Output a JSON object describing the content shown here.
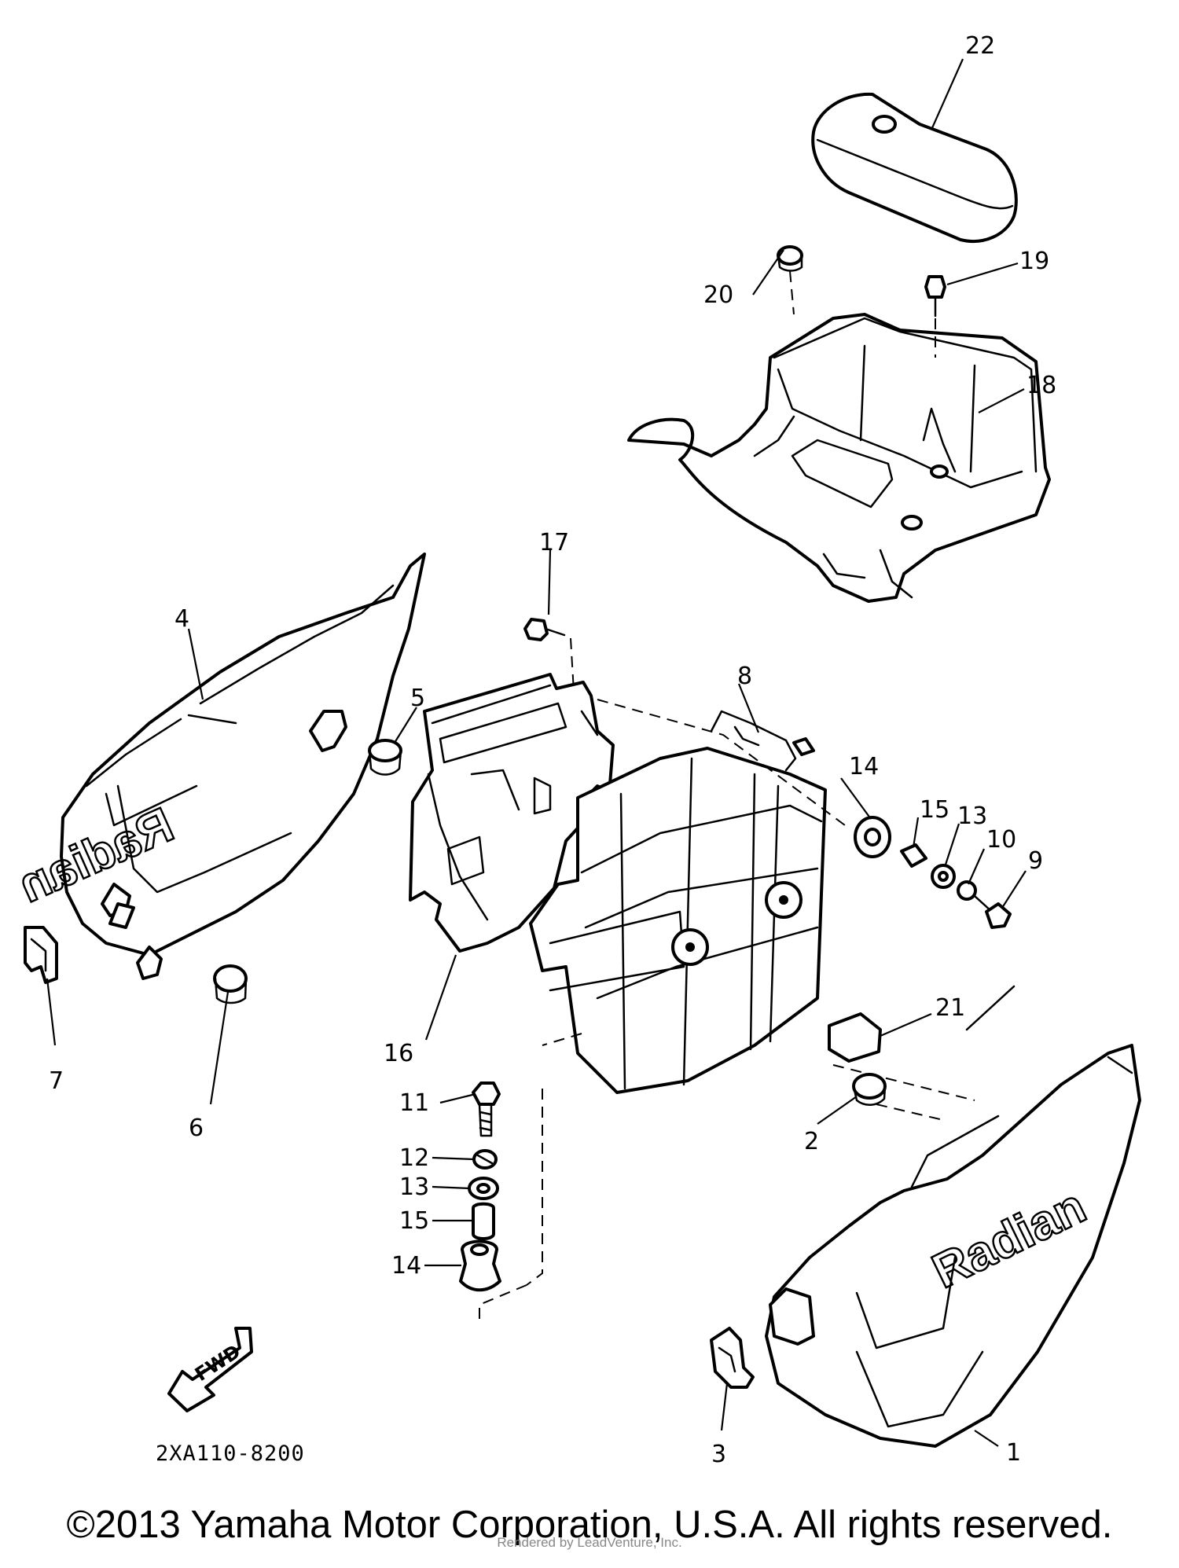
{
  "callouts": {
    "c1": "1",
    "c2": "2",
    "c3": "3",
    "c4": "4",
    "c5": "5",
    "c6": "6",
    "c7": "7",
    "c8": "8",
    "c9": "9",
    "c10": "10",
    "c11": "11",
    "c12": "12",
    "c13a": "13",
    "c13b": "13",
    "c14a": "14",
    "c14b": "14",
    "c15a": "15",
    "c15b": "15",
    "c16": "16",
    "c17": "17",
    "c18": "18",
    "c19": "19",
    "c20": "20",
    "c21": "21",
    "c22": "22"
  },
  "fwd_label": "FWD",
  "side_cover_label_left": "Radian",
  "side_cover_label_right": "Radian",
  "diagram_code": "2XA110-8200",
  "copyright": "©2013 Yamaha Motor Corporation, U.S.A. All rights reserved.",
  "watermark": "Rendered by LeadVenture, Inc."
}
